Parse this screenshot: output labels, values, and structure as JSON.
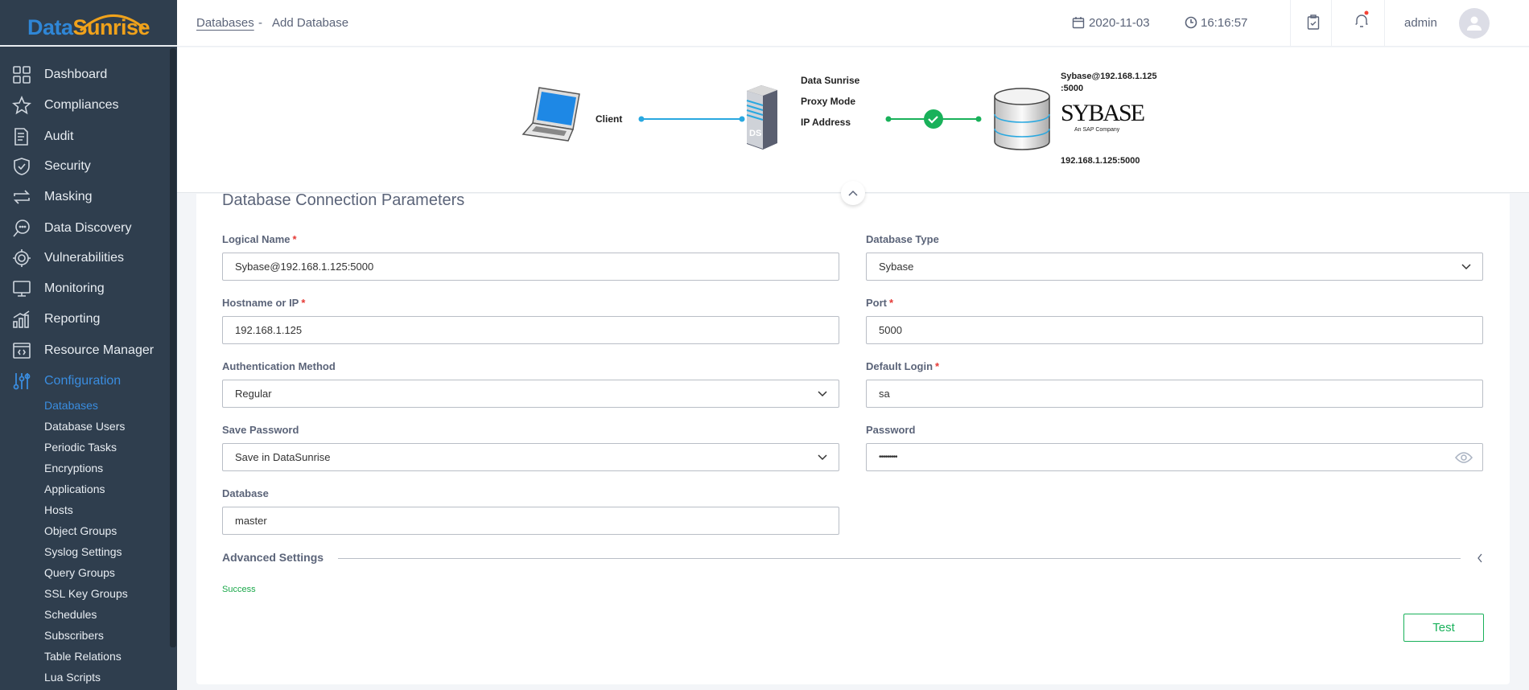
{
  "logo": {
    "part1": "Data",
    "part2": "Sunrise"
  },
  "sidebar": {
    "items": [
      {
        "label": "Dashboard",
        "icon": "dashboard-icon"
      },
      {
        "label": "Compliances",
        "icon": "star-icon"
      },
      {
        "label": "Audit",
        "icon": "audit-icon"
      },
      {
        "label": "Security",
        "icon": "shield-icon"
      },
      {
        "label": "Masking",
        "icon": "masking-icon"
      },
      {
        "label": "Data Discovery",
        "icon": "chat-search-icon"
      },
      {
        "label": "Vulnerabilities",
        "icon": "target-icon"
      },
      {
        "label": "Monitoring",
        "icon": "monitor-icon"
      },
      {
        "label": "Reporting",
        "icon": "report-icon"
      },
      {
        "label": "Resource Manager",
        "icon": "code-window-icon"
      },
      {
        "label": "Configuration",
        "icon": "sliders-icon"
      }
    ],
    "sub_items": [
      "Databases",
      "Database Users",
      "Periodic Tasks",
      "Encryptions",
      "Applications",
      "Hosts",
      "Object Groups",
      "Syslog Settings",
      "Query Groups",
      "SSL Key Groups",
      "Schedules",
      "Subscribers",
      "Table Relations",
      "Lua Scripts"
    ]
  },
  "header": {
    "breadcrumb_link": "Databases",
    "separator": "-",
    "breadcrumb_current": "Add Database",
    "date": "2020-11-03",
    "time": "16:16:57",
    "user": "admin"
  },
  "diagram": {
    "client": "Client",
    "proxy_lines": [
      "Data Sunrise",
      "Proxy Mode",
      "IP Address"
    ],
    "db_name_line1": "Sybase@192.168.1.125",
    "db_name_line2": ":5000",
    "db_logo": "SYBASE",
    "db_logo_sub": "An SAP Company",
    "db_address": "192.168.1.125:5000"
  },
  "form": {
    "title": "Database Connection Parameters",
    "logical_name": {
      "label": "Logical Name",
      "value": "Sybase@192.168.1.125:5000"
    },
    "hostname": {
      "label": "Hostname or IP",
      "value": "192.168.1.125"
    },
    "auth_method": {
      "label": "Authentication Method",
      "value": "Regular"
    },
    "save_password": {
      "label": "Save Password",
      "value": "Save in DataSunrise"
    },
    "database": {
      "label": "Database",
      "value": "master"
    },
    "db_type": {
      "label": "Database Type",
      "value": "Sybase"
    },
    "port": {
      "label": "Port",
      "value": "5000"
    },
    "default_login": {
      "label": "Default Login",
      "value": "sa"
    },
    "password": {
      "label": "Password",
      "value": "•••••••••"
    },
    "required_mark": "*",
    "advanced": "Advanced Settings",
    "status": "Success",
    "test_button": "Test"
  }
}
